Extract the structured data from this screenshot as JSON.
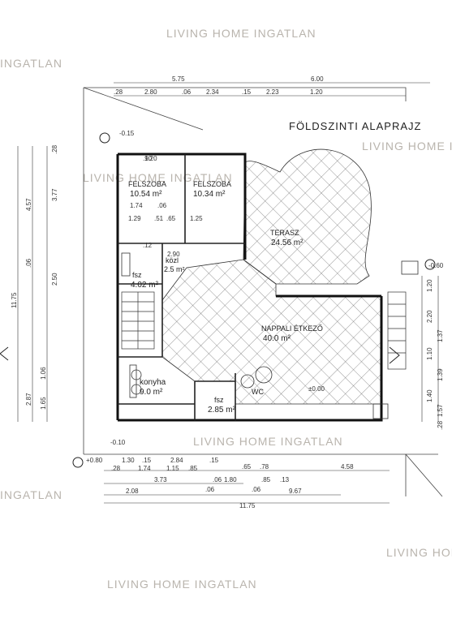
{
  "watermark": "LIVING HOME INGATLAN",
  "watermark_partial_left": "INGATLAN",
  "watermark_partial_right": "LIVING HOME I",
  "plan_title": "FÖLDSZINTI ALAPRAJZ",
  "rooms": [
    {
      "name": "FELSZOBA",
      "area": "10.54 m²"
    },
    {
      "name": "FELSZOBA",
      "area": "10.34 m²"
    },
    {
      "name": "TERASZ",
      "area": "24.56 m²"
    },
    {
      "name": "fsz",
      "area": "4.02 m²"
    },
    {
      "name": "közl",
      "area": "2.5 m²"
    },
    {
      "name": "NAPPALI ÉTKEZŐ",
      "area": "40.0 m²"
    },
    {
      "name": "konyha",
      "area": "9.0 m²"
    },
    {
      "name": "fsz",
      "area": "2.85 m²"
    },
    {
      "name": "WC",
      "area": ""
    }
  ],
  "dims_top": [
    "5.75",
    "6.00",
    ".28",
    "2.80",
    ".06",
    "2.34",
    ".15",
    "2.23",
    "1.20"
  ],
  "dims_bottom": [
    "1.30",
    ".15",
    "2.84",
    ".15",
    ".65",
    ".78",
    "4.58",
    ".28",
    "1.74",
    "1.15",
    ".85",
    ".06",
    "3.73",
    ".06",
    "1.80",
    ".85",
    ".13",
    "2.08",
    ".06",
    "9.67",
    "11.75"
  ],
  "dims_left": [
    "4.57",
    "3.77",
    "11.75",
    "2.50",
    "2.87",
    "1.65",
    "1.06",
    ".06",
    ".28"
  ],
  "dims_right": [
    "1.20",
    "2.20",
    "1.37",
    "1.10",
    "1.40",
    "1.57",
    "1.39",
    ".28"
  ],
  "level_marks": [
    "-0.15",
    "±0.00",
    "-0.10",
    "+0.80",
    "-0.60"
  ],
  "inner_dims": [
    "1.74",
    ".06",
    "1.29",
    ".51",
    ".65",
    "1.25",
    ".90",
    "2.90",
    "1.20",
    ".12"
  ]
}
